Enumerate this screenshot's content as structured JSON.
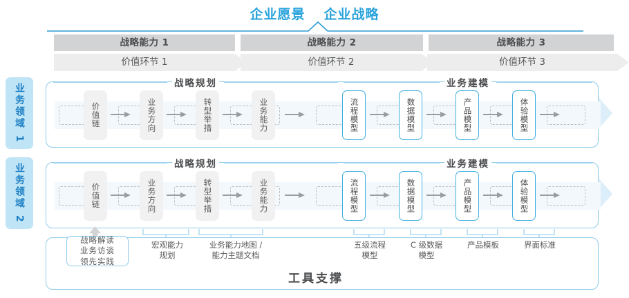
{
  "header": {
    "titles": [
      "企业愿景",
      "企业战略"
    ],
    "accent_color": "#29A3DC"
  },
  "capability_bands": [
    {
      "label": "战略能力 1"
    },
    {
      "label": "战略能力 2"
    },
    {
      "label": "战略能力 3"
    }
  ],
  "value_chain_bands": [
    {
      "label": "价值环节 1"
    },
    {
      "label": "价值环节 2"
    },
    {
      "label": "价值环节 3"
    }
  ],
  "domains": [
    {
      "label": "业务领域 1"
    },
    {
      "label": "业务领域 2"
    }
  ],
  "sections": [
    {
      "label": "战略规划"
    },
    {
      "label": "业务建模"
    }
  ],
  "nodes_left": [
    {
      "label": "价值链"
    },
    {
      "label": "业务方向"
    },
    {
      "label": "转型举措"
    },
    {
      "label": "业务能力"
    }
  ],
  "nodes_right": [
    {
      "label": "流程模型"
    },
    {
      "label": "数据模型"
    },
    {
      "label": "产品模型"
    },
    {
      "label": "体验模型"
    }
  ],
  "tool_support": {
    "title": "工具支撑",
    "tag": "战略解读\n业务访谈\n领先实践",
    "captions": [
      {
        "label": "宏观能力\n规划"
      },
      {
        "label": "业务能力地图 /\n能力主题文档"
      },
      {
        "label": "五级流程\n模型"
      },
      {
        "label": "C 级数据\n模型"
      },
      {
        "label": "产品模板"
      },
      {
        "label": "界面标准"
      }
    ]
  },
  "colors": {
    "accent_blue": "#29A3DC",
    "band_gray": "#D2D3D4",
    "band_light_gray": "#EDEDED",
    "node_gray": "#F1F1F1",
    "node_blue_border": "#3FAFE0",
    "domain_bg": "#BFE4F6",
    "track_blue": "#F2F8FC",
    "row_border": "#8ECBEA"
  }
}
